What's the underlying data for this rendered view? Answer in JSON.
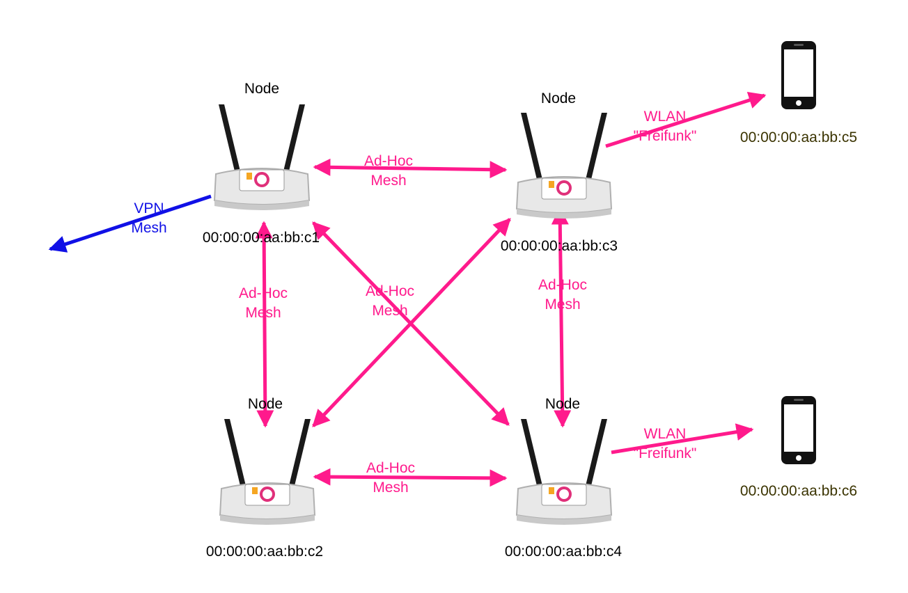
{
  "colors": {
    "mesh_link": "#ff1a8c",
    "vpn_link": "#1010e6",
    "mac_text": "#000000",
    "device_mac_text": "#3a3300"
  },
  "nodes": [
    {
      "id": "node-c1",
      "title": "Node",
      "mac": "00:00:00:aa:bb:c1"
    },
    {
      "id": "node-c2",
      "title": "Node",
      "mac": "00:00:00:aa:bb:c2"
    },
    {
      "id": "node-c3",
      "title": "Node",
      "mac": "00:00:00:aa:bb:c3"
    },
    {
      "id": "node-c4",
      "title": "Node",
      "mac": "00:00:00:aa:bb:c4"
    }
  ],
  "devices": [
    {
      "id": "device-c5",
      "icon": "smartphone-icon",
      "mac": "00:00:00:aa:bb:c5"
    },
    {
      "id": "device-c6",
      "icon": "smartphone-icon",
      "mac": "00:00:00:aa:bb:c6"
    }
  ],
  "links": {
    "adhoc_line1": "Ad-Hoc",
    "adhoc_line2": "Mesh",
    "vpn_line1": "VPN",
    "vpn_line2": "Mesh",
    "wlan_line1": "WLAN",
    "wlan_line2": "\"Freifunk\""
  }
}
